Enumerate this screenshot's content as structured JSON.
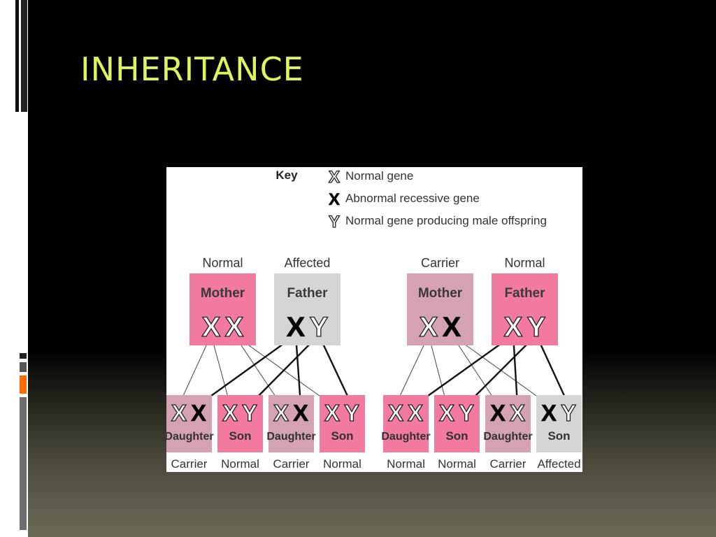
{
  "slide": {
    "title": "INHERITANCE"
  },
  "key": {
    "label": "Key",
    "items": [
      {
        "symbol": "X",
        "style": "outline",
        "text": "Normal gene"
      },
      {
        "symbol": "X",
        "style": "bold",
        "text": "Abnormal recessive gene"
      },
      {
        "symbol": "Y",
        "style": "outline",
        "text": "Normal gene producing male offspring"
      }
    ]
  },
  "colors": {
    "pink": "#f17a9e",
    "mauve": "#d4a2b2",
    "grey": "#d5d5d5",
    "title": "#dcf55a"
  },
  "families": [
    {
      "parents": [
        {
          "status": "Normal",
          "name": "Mother",
          "color": "pink",
          "genes": [
            {
              "s": "X",
              "bold": false
            },
            {
              "s": "X",
              "bold": false
            }
          ]
        },
        {
          "status": "Affected",
          "name": "Father",
          "color": "grey",
          "genes": [
            {
              "s": "X",
              "bold": true
            },
            {
              "s": "Y",
              "bold": false
            }
          ]
        }
      ],
      "children": [
        {
          "name": "Daughter",
          "status": "Carrier",
          "color": "mauve",
          "genes": [
            {
              "s": "X",
              "bold": false
            },
            {
              "s": "X",
              "bold": true
            }
          ]
        },
        {
          "name": "Son",
          "status": "Normal",
          "color": "pink",
          "genes": [
            {
              "s": "X",
              "bold": false
            },
            {
              "s": "Y",
              "bold": false
            }
          ]
        },
        {
          "name": "Daughter",
          "status": "Carrier",
          "color": "mauve",
          "genes": [
            {
              "s": "X",
              "bold": false
            },
            {
              "s": "X",
              "bold": true
            }
          ]
        },
        {
          "name": "Son",
          "status": "Normal",
          "color": "pink",
          "genes": [
            {
              "s": "X",
              "bold": false
            },
            {
              "s": "Y",
              "bold": false
            }
          ]
        }
      ],
      "links": [
        {
          "p": 0,
          "g": 0,
          "c": 0,
          "bold": false
        },
        {
          "p": 0,
          "g": 0,
          "c": 1,
          "bold": false
        },
        {
          "p": 0,
          "g": 1,
          "c": 2,
          "bold": false
        },
        {
          "p": 0,
          "g": 1,
          "c": 3,
          "bold": false
        },
        {
          "p": 1,
          "g": 0,
          "c": 0,
          "bold": true
        },
        {
          "p": 1,
          "g": 0,
          "c": 2,
          "bold": true
        },
        {
          "p": 1,
          "g": 1,
          "c": 1,
          "bold": true
        },
        {
          "p": 1,
          "g": 1,
          "c": 3,
          "bold": true
        }
      ]
    },
    {
      "parents": [
        {
          "status": "Carrier",
          "name": "Mother",
          "color": "mauve",
          "genes": [
            {
              "s": "X",
              "bold": false
            },
            {
              "s": "X",
              "bold": true
            }
          ]
        },
        {
          "status": "Normal",
          "name": "Father",
          "color": "pink",
          "genes": [
            {
              "s": "X",
              "bold": false
            },
            {
              "s": "Y",
              "bold": false
            }
          ]
        }
      ],
      "children": [
        {
          "name": "Daughter",
          "status": "Normal",
          "color": "pink",
          "genes": [
            {
              "s": "X",
              "bold": false
            },
            {
              "s": "X",
              "bold": false
            }
          ]
        },
        {
          "name": "Son",
          "status": "Normal",
          "color": "pink",
          "genes": [
            {
              "s": "X",
              "bold": false
            },
            {
              "s": "Y",
              "bold": false
            }
          ]
        },
        {
          "name": "Daughter",
          "status": "Carrier",
          "color": "mauve",
          "genes": [
            {
              "s": "X",
              "bold": true
            },
            {
              "s": "X",
              "bold": false
            }
          ]
        },
        {
          "name": "Son",
          "status": "Affected",
          "color": "grey",
          "genes": [
            {
              "s": "X",
              "bold": true
            },
            {
              "s": "Y",
              "bold": false
            }
          ]
        }
      ],
      "links": [
        {
          "p": 0,
          "g": 0,
          "c": 0,
          "bold": false
        },
        {
          "p": 0,
          "g": 0,
          "c": 1,
          "bold": false
        },
        {
          "p": 0,
          "g": 1,
          "c": 2,
          "bold": false
        },
        {
          "p": 0,
          "g": 1,
          "c": 3,
          "bold": false
        },
        {
          "p": 1,
          "g": 0,
          "c": 0,
          "bold": true
        },
        {
          "p": 1,
          "g": 0,
          "c": 2,
          "bold": true
        },
        {
          "p": 1,
          "g": 1,
          "c": 1,
          "bold": true
        },
        {
          "p": 1,
          "g": 1,
          "c": 3,
          "bold": true
        }
      ]
    }
  ]
}
